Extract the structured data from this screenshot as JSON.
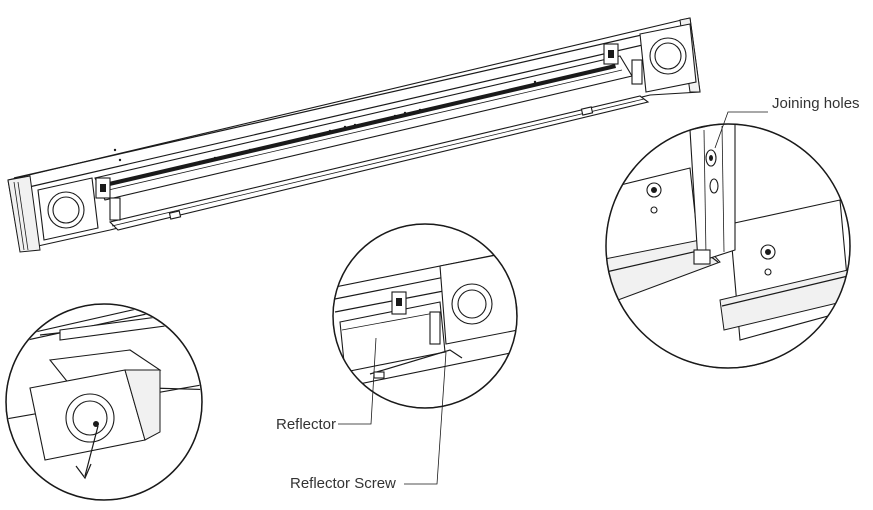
{
  "callouts": {
    "joining_holes": "Joining holes",
    "reflector": "Reflector",
    "reflector_screw": "Reflector Screw"
  },
  "colors": {
    "line": "#1a1a1a",
    "label": "#333333",
    "background": "#ffffff"
  }
}
